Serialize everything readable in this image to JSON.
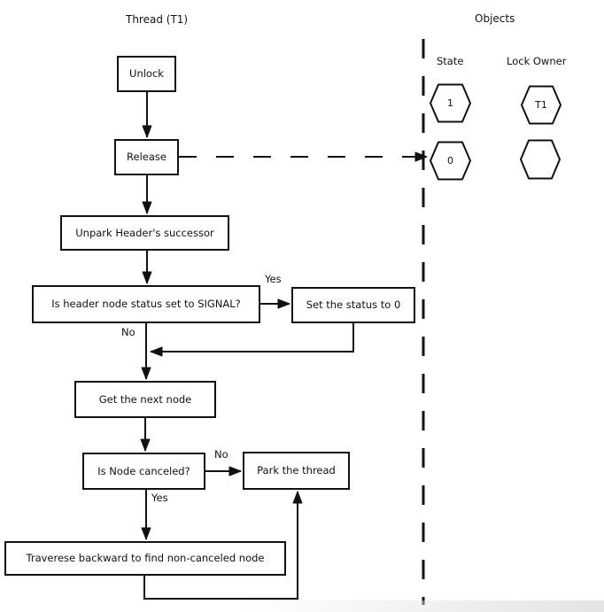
{
  "titles": {
    "thread": "Thread (T1)",
    "objects": "Objects"
  },
  "nodes": {
    "unlock": "Unlock",
    "release": "Release",
    "unpark": "Unpark Header's successor",
    "signal_check": "Is header node status set to SIGNAL?",
    "set_status": "Set the status to 0",
    "get_next": "Get the next node",
    "canceled_check": "Is Node canceled?",
    "park": "Park the thread",
    "traverse": "Traverese backward to find non-canceled node"
  },
  "edges": {
    "signal_yes": "Yes",
    "signal_no": "No",
    "canceled_no": "No",
    "canceled_yes": "Yes"
  },
  "objects_panel": {
    "state_header": "State",
    "owner_header": "Lock Owner",
    "state_before": "1",
    "owner_before": "T1",
    "state_after": "0",
    "owner_after": ""
  },
  "colors": {
    "line": "#111111",
    "background": "#ffffff"
  }
}
